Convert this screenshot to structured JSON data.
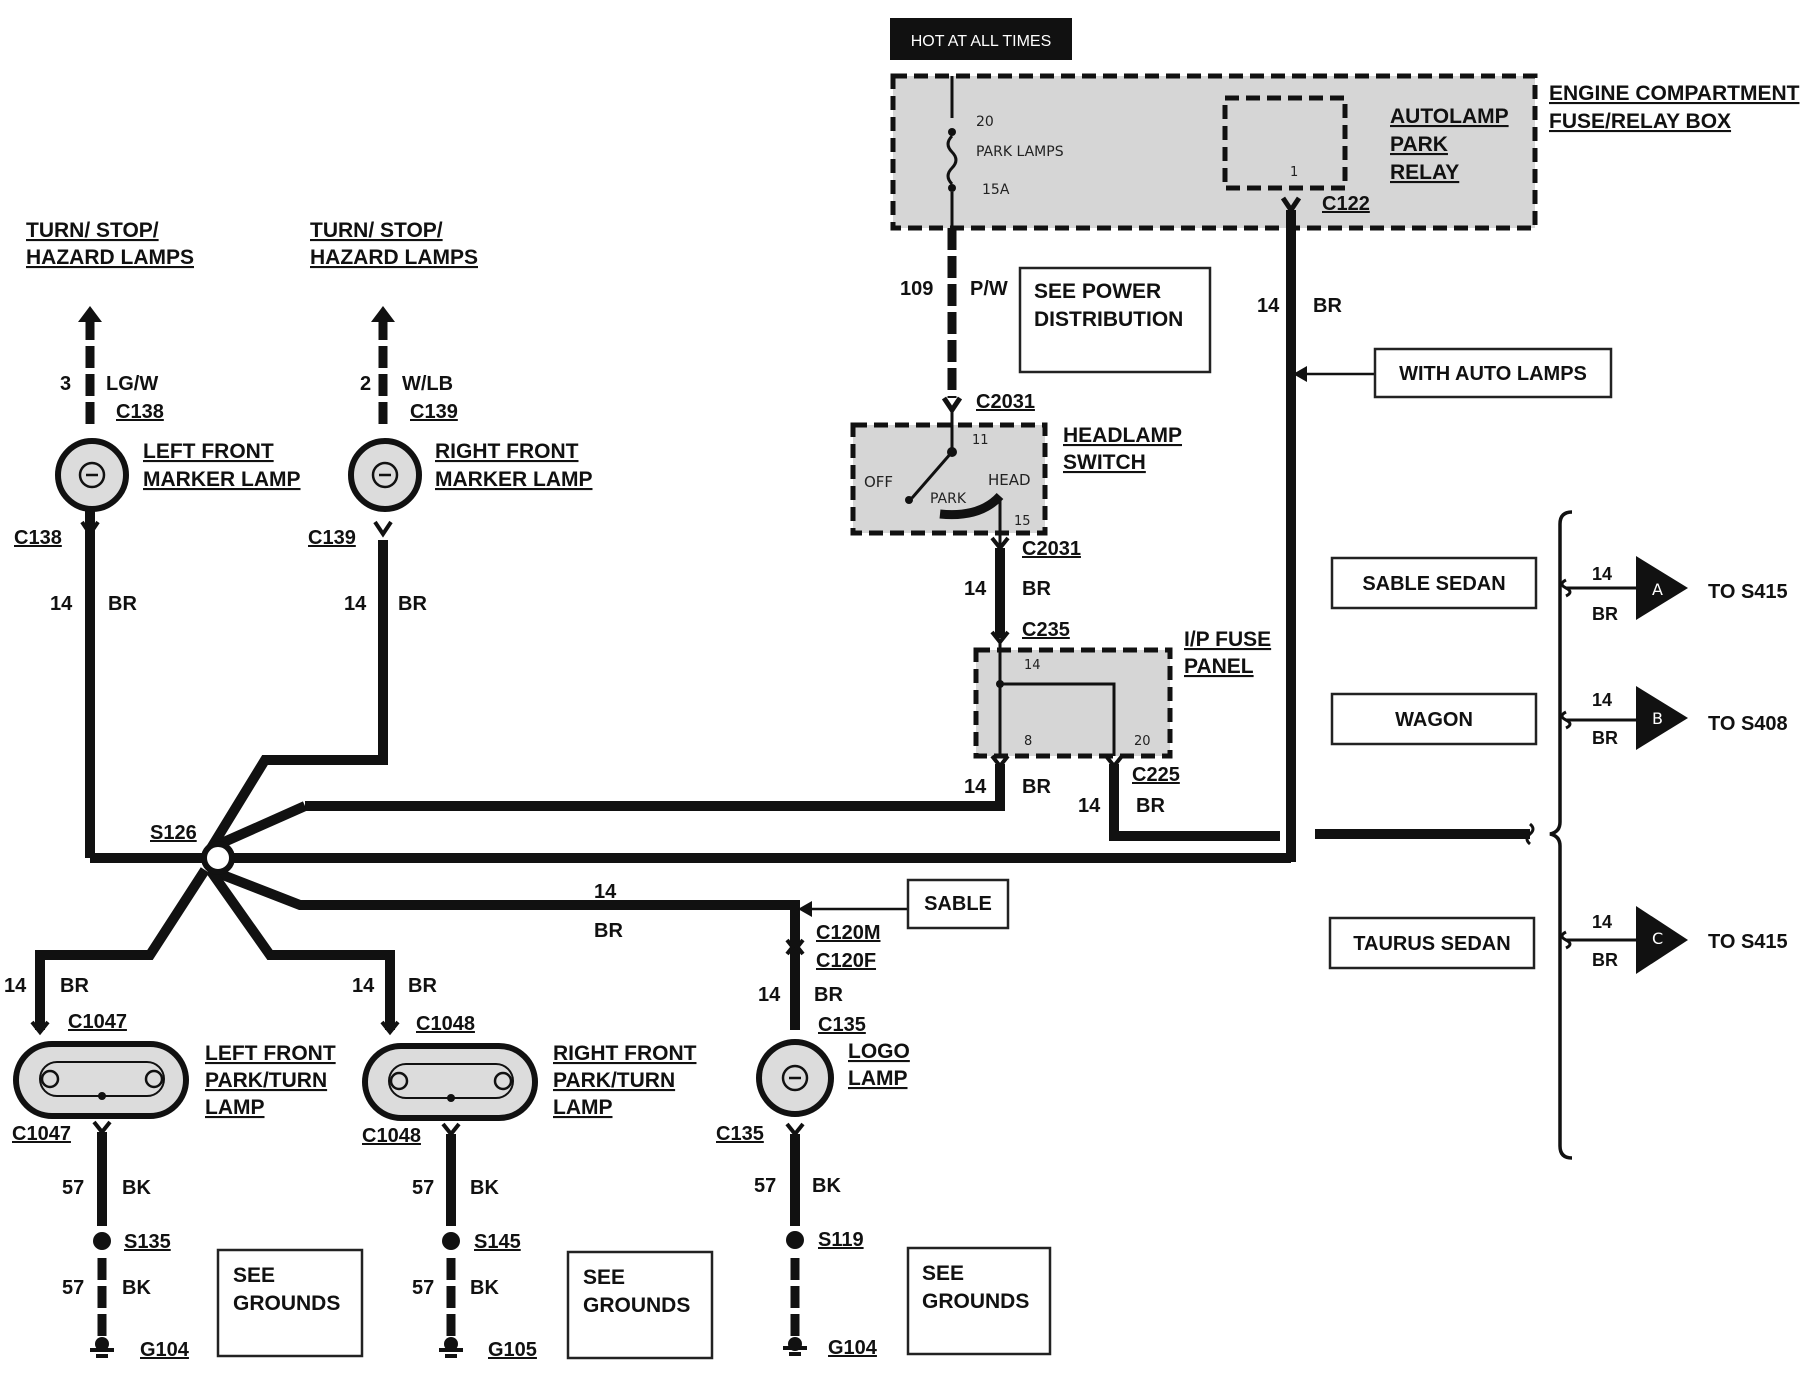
{
  "hot_label": "HOT AT ALL TIMES",
  "fuse_box": {
    "title_line1": "ENGINE COMPARTMENT",
    "title_line2": "FUSE/RELAY BOX",
    "fuse_pin": "20",
    "fuse_name": "PARK LAMPS",
    "fuse_rating": "15A",
    "relay_line1": "AUTOLAMP",
    "relay_line2": "PARK",
    "relay_line3": "RELAY",
    "relay_pin": "1",
    "connector": "C122"
  },
  "circuit_109": {
    "num": "109",
    "color": "P/W"
  },
  "see_power": {
    "line1": "SEE POWER",
    "line2": "DISTRIBUTION"
  },
  "auto_wire": {
    "gauge": "14",
    "color": "BR"
  },
  "with_auto": "WITH AUTO LAMPS",
  "headlamp": {
    "conn_top": "C2031",
    "conn_bottom": "C2031",
    "title_line1": "HEADLAMP",
    "title_line2": "SWITCH",
    "pin_in": "11",
    "pin_out": "15",
    "pos_off": "OFF",
    "pos_park": "PARK",
    "pos_head": "HEAD"
  },
  "hs_wire": {
    "gauge": "14",
    "color": "BR"
  },
  "ip_fuse": {
    "conn_top": "C235",
    "title_line1": "I/P FUSE",
    "title_line2": "PANEL",
    "pin_top": "14",
    "pin_left": "8",
    "pin_right": "20",
    "conn_right": "C225"
  },
  "ip_wire_left": {
    "gauge": "14",
    "color": "BR"
  },
  "ip_wire_right": {
    "gauge": "14",
    "color": "BR"
  },
  "turn_left": {
    "line1": "TURN/ STOP/",
    "line2": "HAZARD LAMPS"
  },
  "turn_right": {
    "line1": "TURN/ STOP/",
    "line2": "HAZARD LAMPS"
  },
  "lf_marker": {
    "circuit": "3",
    "color": "LG/W",
    "conn_top": "C138",
    "conn_bottom": "C138",
    "name_line1": "LEFT FRONT",
    "name_line2": "MARKER LAMP",
    "gauge": "14",
    "wcolor": "BR"
  },
  "rf_marker": {
    "circuit": "2",
    "color": "W/LB",
    "conn_top": "C139",
    "conn_bottom": "C139",
    "name_line1": "RIGHT FRONT",
    "name_line2": "MARKER LAMP",
    "gauge": "14",
    "wcolor": "BR"
  },
  "splice": "S126",
  "sable_wire": {
    "gauge": "14",
    "color": "BR"
  },
  "sable": "SABLE",
  "logo": {
    "conn_m": "C120M",
    "conn_f": "C120F",
    "gauge": "14",
    "color": "BR",
    "conn_top": "C135",
    "conn_bottom": "C135",
    "name_line1": "LOGO",
    "name_line2": "LAMP",
    "gnd_circuit": "57",
    "gnd_color": "BK",
    "splice": "S119",
    "ground": "G104"
  },
  "lf_park": {
    "gauge": "14",
    "color": "BR",
    "conn_top": "C1047",
    "conn_bottom": "C1047",
    "name_line1": "LEFT FRONT",
    "name_line2": "PARK/TURN",
    "name_line3": "LAMP",
    "gnd_circuit": "57",
    "gnd_color": "BK",
    "splice": "S135",
    "gnd_circuit2": "57",
    "gnd_color2": "BK",
    "ground": "G104"
  },
  "rf_park": {
    "gauge": "14",
    "color": "BR",
    "conn_top": "C1048",
    "conn_bottom": "C1048",
    "name_line1": "RIGHT FRONT",
    "name_line2": "PARK/TURN",
    "name_line3": "LAMP",
    "gnd_circuit": "57",
    "gnd_color": "BK",
    "splice": "S145",
    "gnd_circuit2": "57",
    "gnd_color2": "BK",
    "ground": "G105"
  },
  "see_grounds": {
    "line1": "SEE",
    "line2": "GROUNDS"
  },
  "branches": [
    {
      "model": "SABLE SEDAN",
      "gauge": "14",
      "color": "BR",
      "letter": "A",
      "dest": "TO S415"
    },
    {
      "model": "WAGON",
      "gauge": "14",
      "color": "BR",
      "letter": "B",
      "dest": "TO S408"
    },
    {
      "model": "TAURUS SEDAN",
      "gauge": "14",
      "color": "BR",
      "letter": "C",
      "dest": "TO S415"
    }
  ]
}
